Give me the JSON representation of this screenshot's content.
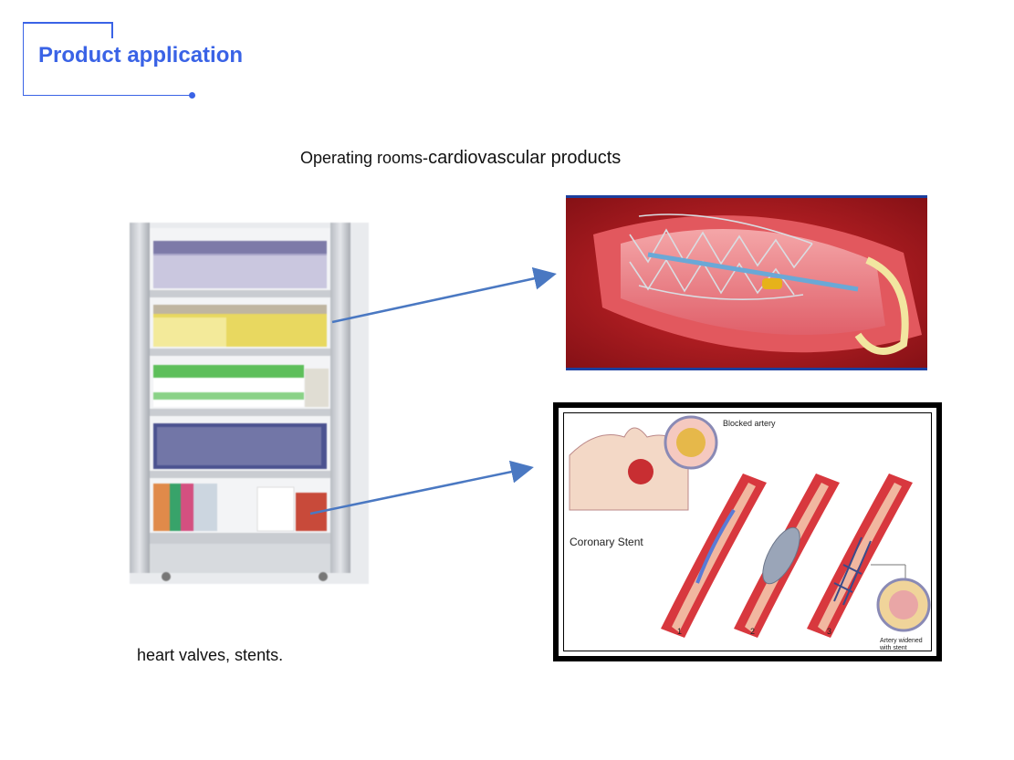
{
  "header": {
    "title": "Product application"
  },
  "section": {
    "subtitle_a": "Operating rooms-",
    "subtitle_b": "cardiovascular products",
    "caption": "heart valves, stents."
  },
  "diagram": {
    "blocked_label": "Blocked artery",
    "stent_label": "Coronary Stent",
    "step1": "1",
    "step2": "2",
    "step3": "3",
    "widened_label_line1": "Artery widened",
    "widened_label_line2": "with stent"
  },
  "colors": {
    "accent": "#3a63e6",
    "arrow": "#4a78c2",
    "artery": "#c0202a",
    "frame": "#1b3f9e"
  }
}
